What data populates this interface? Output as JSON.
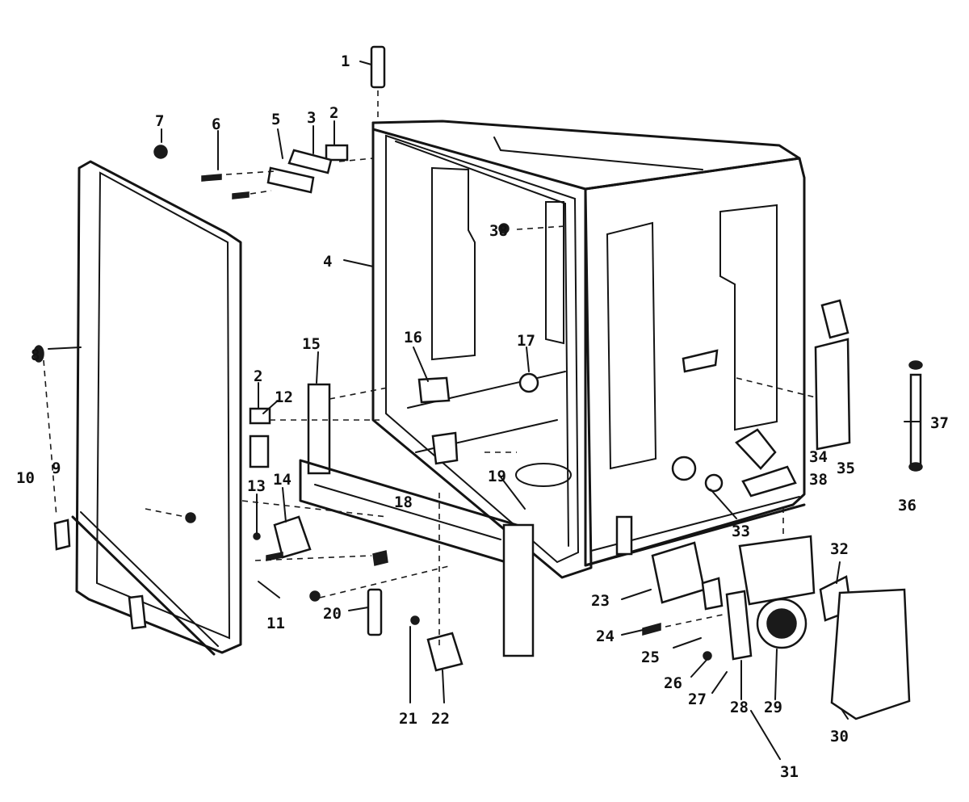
{
  "callouts": [
    {
      "id": "c1",
      "text": "1"
    },
    {
      "id": "c2a",
      "text": "2"
    },
    {
      "id": "c3",
      "text": "3"
    },
    {
      "id": "c5",
      "text": "5"
    },
    {
      "id": "c6",
      "text": "6"
    },
    {
      "id": "c7",
      "text": "7"
    },
    {
      "id": "c4",
      "text": "4"
    },
    {
      "id": "c8",
      "text": "8"
    },
    {
      "id": "c9",
      "text": "9"
    },
    {
      "id": "c10",
      "text": "10"
    },
    {
      "id": "c11",
      "text": "11"
    },
    {
      "id": "c12",
      "text": "12"
    },
    {
      "id": "c2b",
      "text": "2"
    },
    {
      "id": "c13",
      "text": "13"
    },
    {
      "id": "c14",
      "text": "14"
    },
    {
      "id": "c15",
      "text": "15"
    },
    {
      "id": "c16",
      "text": "16"
    },
    {
      "id": "c17",
      "text": "17"
    },
    {
      "id": "c18",
      "text": "18"
    },
    {
      "id": "c19",
      "text": "19"
    },
    {
      "id": "c20",
      "text": "20"
    },
    {
      "id": "c21",
      "text": "21"
    },
    {
      "id": "c22",
      "text": "22"
    },
    {
      "id": "c23",
      "text": "23"
    },
    {
      "id": "c24",
      "text": "24"
    },
    {
      "id": "c25",
      "text": "25"
    },
    {
      "id": "c26",
      "text": "26"
    },
    {
      "id": "c27",
      "text": "27"
    },
    {
      "id": "c28",
      "text": "28"
    },
    {
      "id": "c29",
      "text": "29"
    },
    {
      "id": "c30",
      "text": "30"
    },
    {
      "id": "c31",
      "text": "31"
    },
    {
      "id": "c32",
      "text": "32"
    },
    {
      "id": "c33",
      "text": "33"
    },
    {
      "id": "c34",
      "text": "34"
    },
    {
      "id": "c35",
      "text": "35"
    },
    {
      "id": "c36",
      "text": "36"
    },
    {
      "id": "c37",
      "text": "37"
    },
    {
      "id": "c38",
      "text": "38"
    },
    {
      "id": "c38b",
      "text": "38"
    }
  ]
}
